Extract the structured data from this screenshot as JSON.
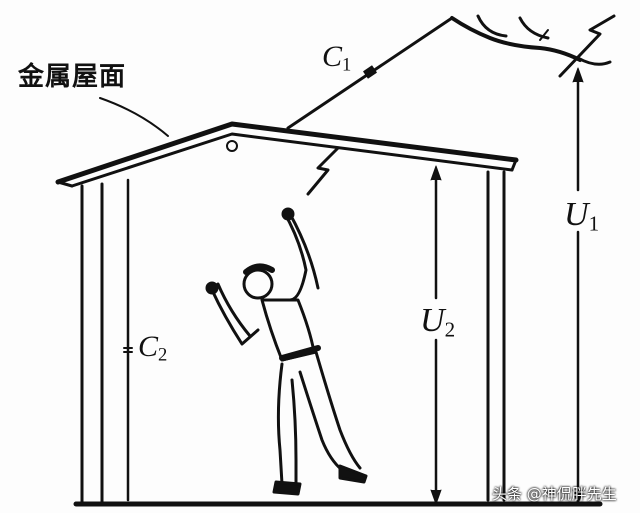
{
  "diagram": {
    "labels": {
      "roof": "金属屋面",
      "c1_main": "C",
      "c1_sub": "1",
      "c2_main": "C",
      "c2_sub": "2",
      "u1_main": "U",
      "u1_sub": "1",
      "u2_main": "U",
      "u2_sub": "2"
    },
    "watermark": "头条 @神侃胖先生",
    "colors": {
      "ink": "#111111",
      "background": "#fdfdfd"
    }
  }
}
